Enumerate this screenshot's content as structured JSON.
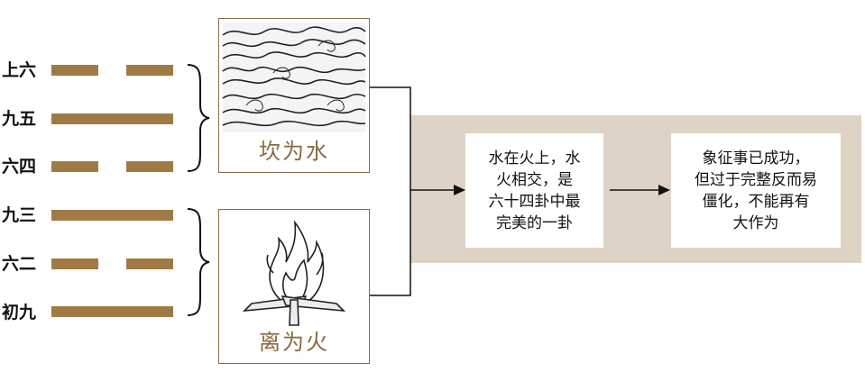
{
  "lines": [
    {
      "label": "上六",
      "type": "yin"
    },
    {
      "label": "九五",
      "type": "yang"
    },
    {
      "label": "六四",
      "type": "yin"
    },
    {
      "label": "九三",
      "type": "yang"
    },
    {
      "label": "六二",
      "type": "yin"
    },
    {
      "label": "初九",
      "type": "yang"
    }
  ],
  "trigrams": {
    "upper": {
      "name": "坎为水",
      "icon": "water-waves"
    },
    "lower": {
      "name": "离为火",
      "icon": "fire-on-logs"
    }
  },
  "cards": {
    "meaning": "水在火上，水\n火相交，是\n六十四卦中最\n完美的一卦",
    "warning": "象征事已成功，\n但过于完整反而易\n僵化，不能再有\n大作为"
  },
  "colors": {
    "yao": "#a07a45",
    "band": "#dfd3c5",
    "caption": "#8a6a3f"
  }
}
